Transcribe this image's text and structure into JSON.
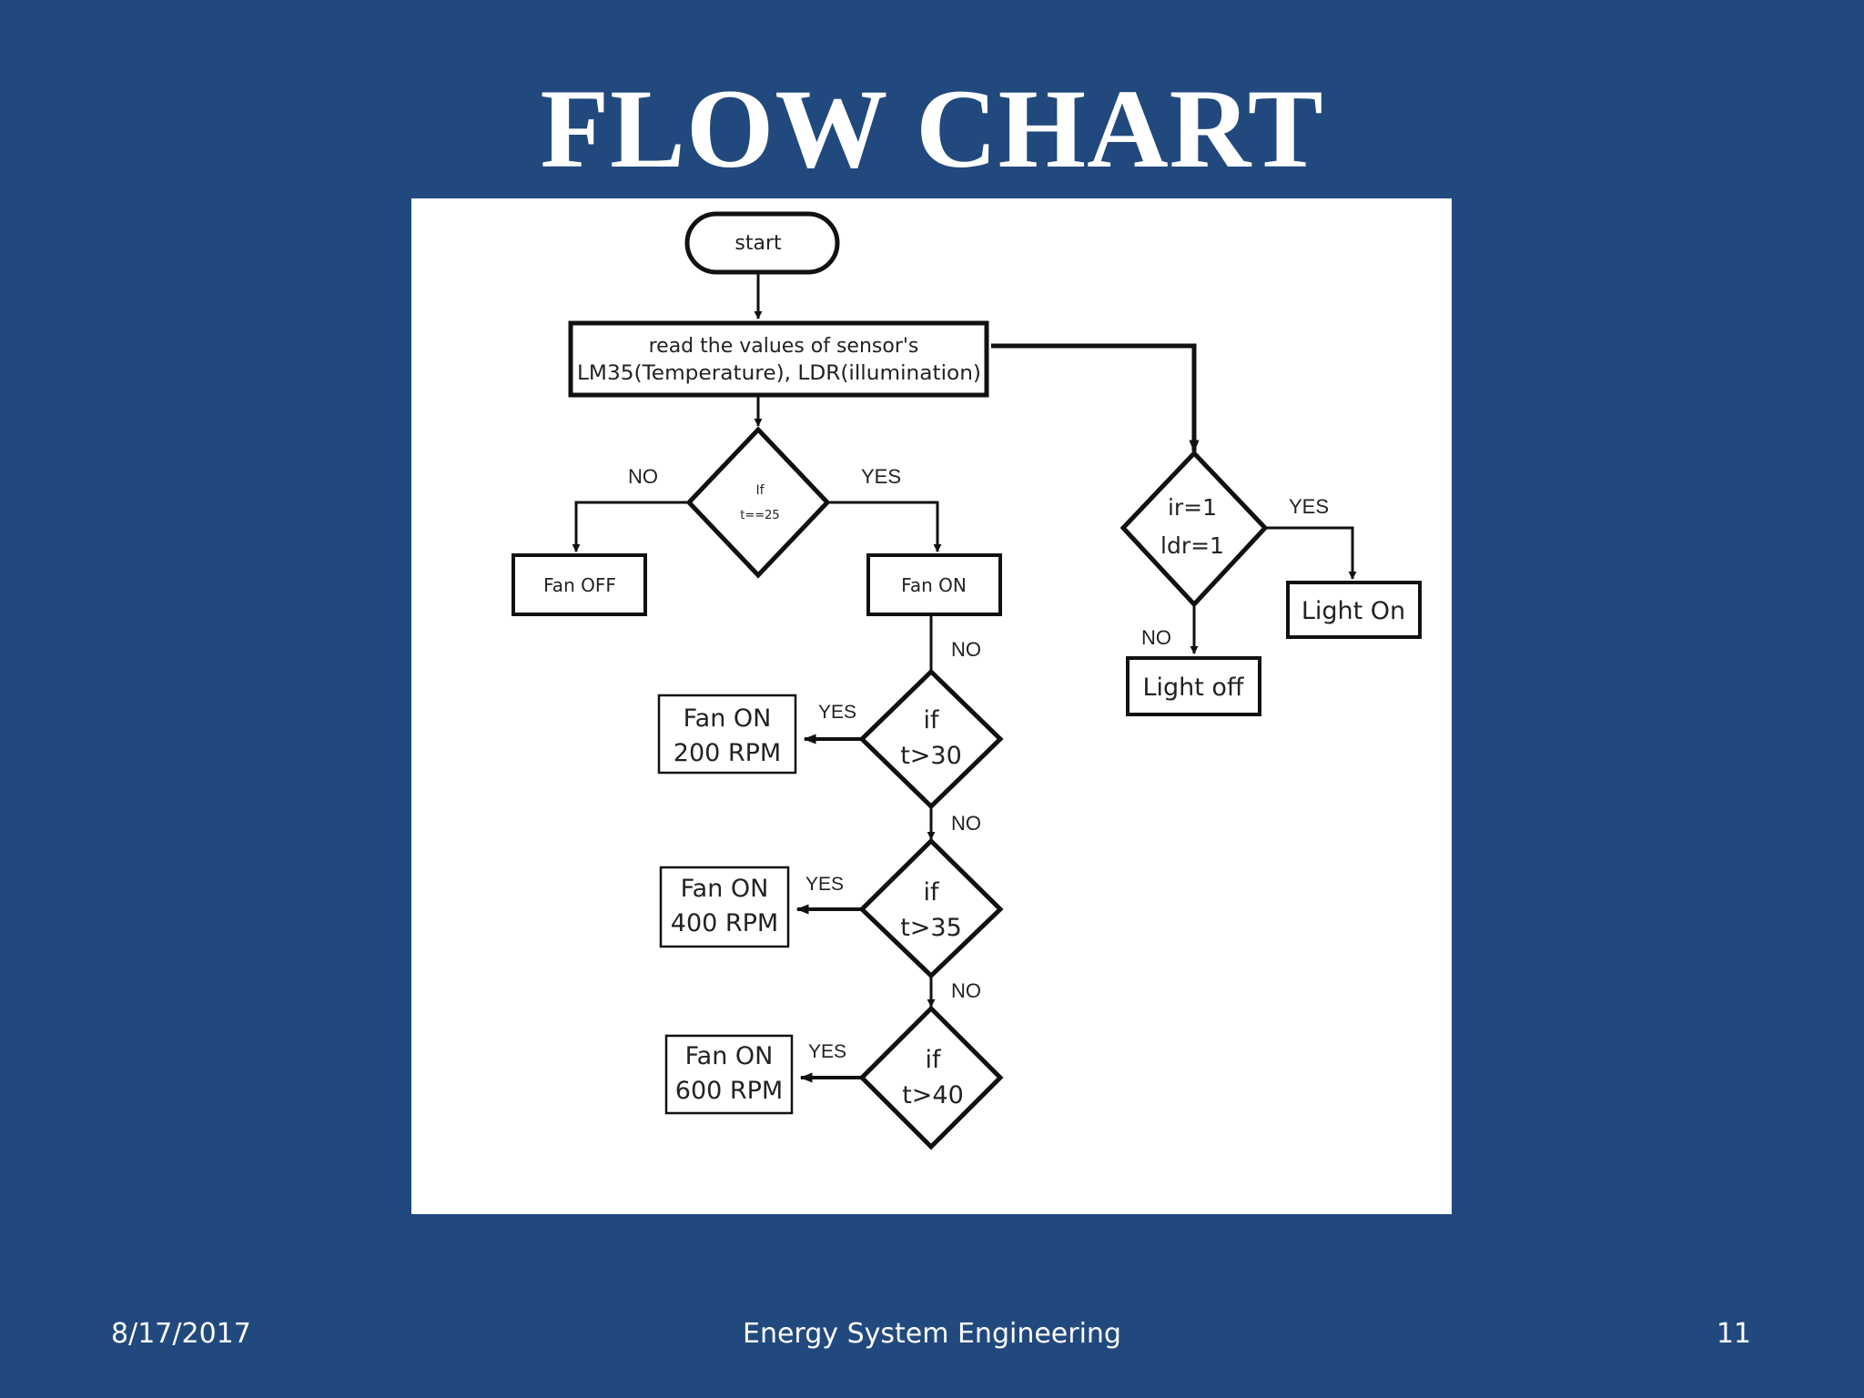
{
  "slide": {
    "title": "FLOW CHART",
    "footer_date": "8/17/2017",
    "footer_center": "Energy System Engineering",
    "page_number": "11"
  },
  "flowchart": {
    "start": "start",
    "read_line1": "read the values of sensor's",
    "read_line2": "LM35(Temperature), LDR(illumination)",
    "decision_main_line1": "If",
    "decision_main_line2": "t==25",
    "fan_off": "Fan OFF",
    "fan_on": "Fan ON",
    "decision_light_line1": "ir=1",
    "decision_light_line2": "ldr=1",
    "light_on": "Light On",
    "light_off": "Light off",
    "d30_line1": "if",
    "d30_line2": "t>30",
    "d35_line1": "if",
    "d35_line2": "t>35",
    "d40_line1": "if",
    "d40_line2": "t>40",
    "rpm200_line1": "Fan ON",
    "rpm200_line2": "200 RPM",
    "rpm400_line1": "Fan ON",
    "rpm400_line2": "400 RPM",
    "rpm600_line1": "Fan ON",
    "rpm600_line2": "600 RPM",
    "yes": "YES",
    "no": "NO"
  }
}
